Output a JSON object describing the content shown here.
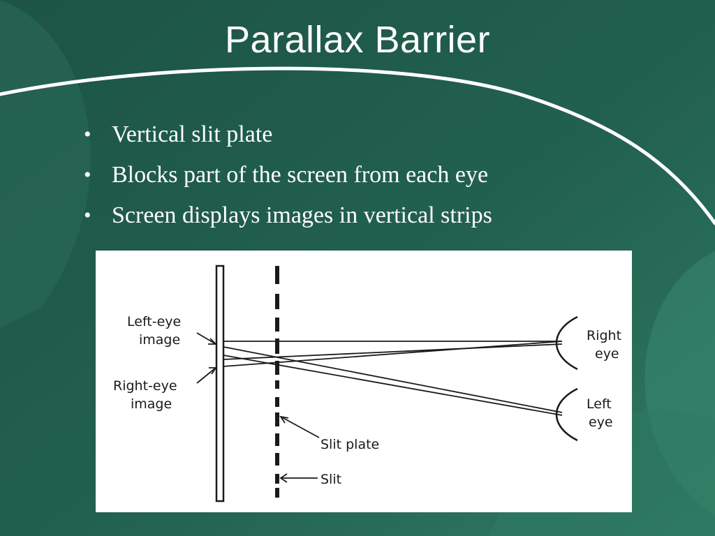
{
  "slide": {
    "title": "Parallax Barrier",
    "bullets": [
      "Vertical slit plate",
      "Blocks part of the screen from each eye",
      "Screen displays images in vertical strips"
    ]
  },
  "diagram": {
    "labels": {
      "left_eye_image_line1": "Left-eye",
      "left_eye_image_line2": "image",
      "right_eye_image_line1": "Right-eye",
      "right_eye_image_line2": "image",
      "right_eye_line1": "Right",
      "right_eye_line2": "eye",
      "left_eye_line1": "Left",
      "left_eye_line2": "eye",
      "slit_plate": "Slit plate",
      "slit": "Slit"
    }
  },
  "colors": {
    "background": "#1f5a4a",
    "text": "#ffffff",
    "diagram_ink": "#1a1a1a"
  }
}
